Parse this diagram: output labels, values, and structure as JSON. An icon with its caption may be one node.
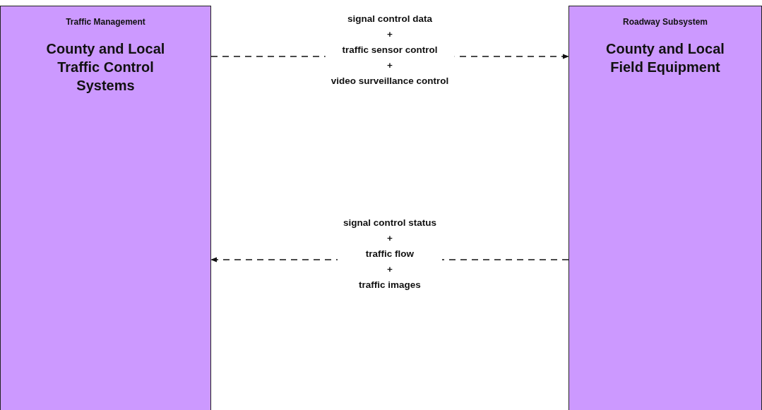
{
  "diagram": {
    "nodes": [
      {
        "text": [
          "Traffic Management",
          "County and Local Traffic Control Systems"
        ]
      },
      {
        "text": [
          "Roadway Subsystem",
          "County and Local Field Equipment"
        ]
      }
    ],
    "edges": [
      {
        "from": 0,
        "to": 1,
        "arrow": "to",
        "style": "dashed",
        "label": "signal control data + traffic sensor control + video surveillance control"
      },
      {
        "from": 1,
        "to": 0,
        "arrow": "to",
        "style": "dashed",
        "label": "signal control status + traffic flow + traffic images"
      }
    ]
  }
}
